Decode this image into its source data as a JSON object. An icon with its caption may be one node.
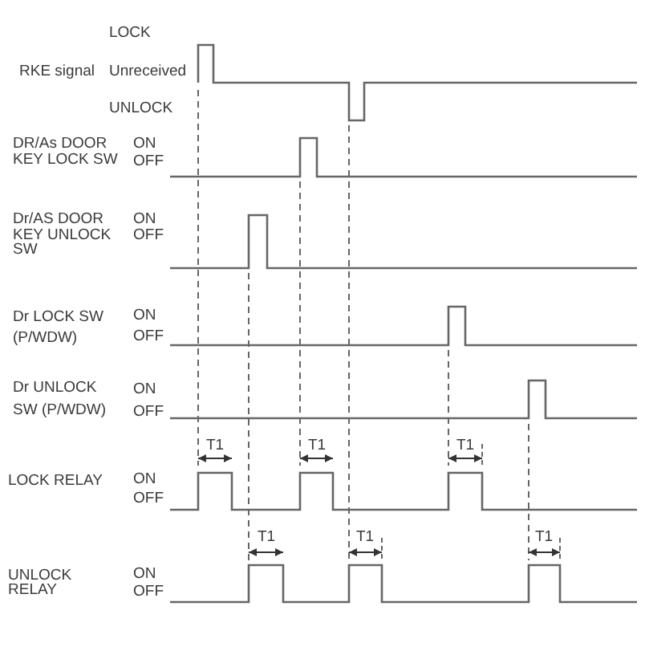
{
  "diagram": {
    "labels": [
      "LOCK",
      "RKE signal",
      "Unreceived",
      "UNLOCK",
      "DR/As DOOR KEY LOCK SW",
      "ON",
      "OFF",
      "Dr/AS DOOR KEY UNLOCK SW",
      "ON",
      "OFF",
      "Dr LOCK SW (P/WDW)",
      "ON",
      "OFF",
      "Dr UNLOCK SW (P/WDW)",
      "ON",
      "OFF",
      "T1",
      "T1",
      "T1",
      "LOCK RELAY",
      "ON",
      "OFF",
      "T1",
      "T1",
      "T1",
      "UNLOCK RELAY",
      "ON",
      "OFF"
    ]
  }
}
